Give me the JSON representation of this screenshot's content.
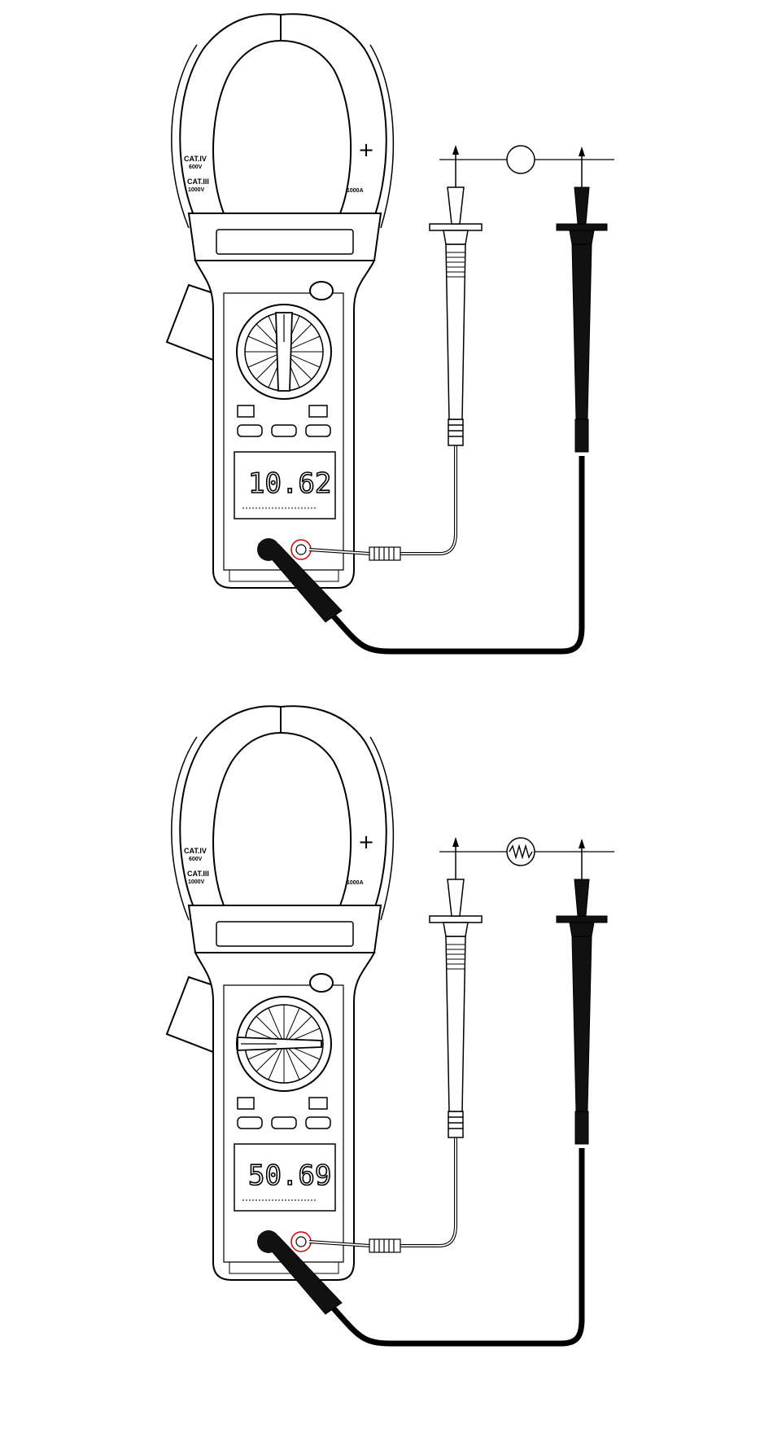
{
  "figures": [
    {
      "id": "top",
      "cat_iv": "CAT.IV",
      "cat_iv_v": "600V",
      "cat_iii": "CAT.III",
      "cat_iii_v": "1000V",
      "clamp_rating": "1000A",
      "plus_sign": "+",
      "display_reading": "10.62",
      "component_symbol": "circle-symbol"
    },
    {
      "id": "bottom",
      "cat_iv": "CAT.IV",
      "cat_iv_v": "600V",
      "cat_iii": "CAT.III",
      "cat_iii_v": "1000V",
      "clamp_rating": "1000A",
      "plus_sign": "+",
      "display_reading": "50.69",
      "component_symbol": "resistor-symbol"
    }
  ]
}
